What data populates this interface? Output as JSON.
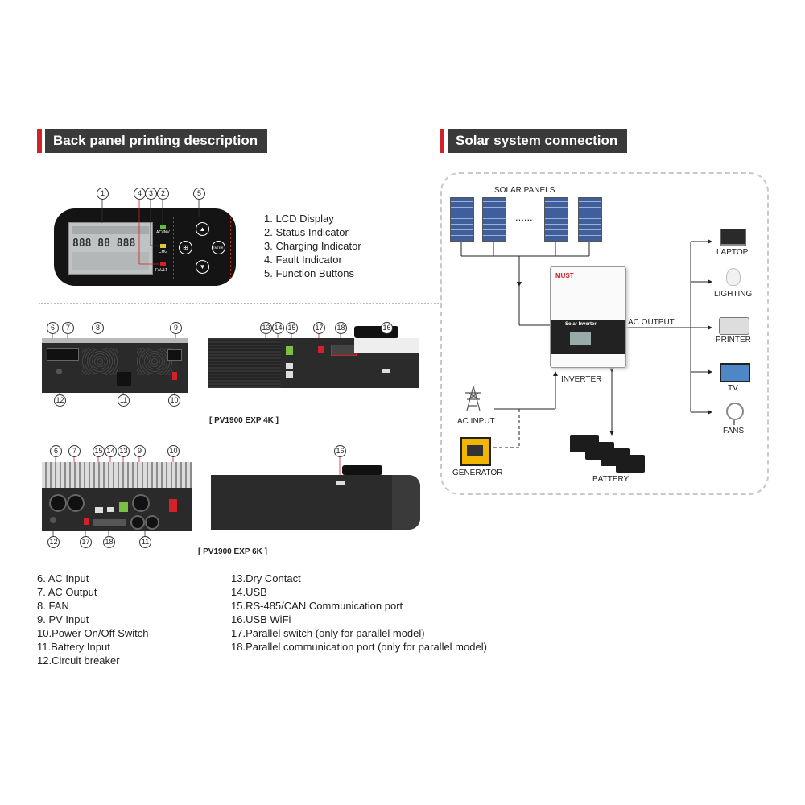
{
  "left_header": "Back panel printing description",
  "right_header": "Solar system connection",
  "lcd_panel": {
    "labels": {
      "ac_inv": "AC/INV",
      "chg": "CHG",
      "fault": "FAULT",
      "enter": "ENTER",
      "down": "DOWN"
    },
    "callouts": [
      "1",
      "4",
      "3",
      "2",
      "5"
    ]
  },
  "lcd_legend": [
    "1.  LCD Display",
    "2.  Status Indicator",
    "3.  Charging Indicator",
    "4.  Fault Indicator",
    "5.  Function Buttons"
  ],
  "model_4k": "[ PV1900 EXP 4K ]",
  "model_6k": "[ PV1900 EXP 6K ]",
  "callouts_4k_left": [
    "6",
    "7",
    "8",
    "9",
    "12",
    "11",
    "10"
  ],
  "callouts_4k_right": [
    "13",
    "14",
    "15",
    "17",
    "18",
    "16"
  ],
  "callouts_6k_left": [
    "6",
    "7",
    "15",
    "14",
    "13",
    "9",
    "10",
    "12",
    "17",
    "18",
    "11"
  ],
  "callouts_6k_right": [
    "16"
  ],
  "list_left": [
    "6.  AC Input",
    "7.  AC Output",
    "8.  FAN",
    "9.  PV Input",
    "10.Power On/Off Switch",
    "11.Battery Input",
    "12.Circuit breaker"
  ],
  "list_right": [
    "13.Dry Contact",
    "14.USB",
    "15.RS-485/CAN Communication port",
    "16.USB WiFi",
    "17.Parallel switch (only for parallel model)",
    "18.Parallel communication port (only for parallel model)"
  ],
  "solar": {
    "solar_panels": "SOLAR PANELS",
    "dots": "......",
    "inverter": "INVERTER",
    "inverter_brand": "MUST",
    "inverter_model": "Solar Inverter",
    "ac_output": "AC OUTPUT",
    "ac_input": "AC INPUT",
    "generator": "GENERATOR",
    "battery": "BATTERY",
    "loads": [
      "LAPTOP",
      "LIGHTING",
      "PRINTER",
      "TV",
      "FANS"
    ]
  },
  "colors": {
    "accent_red": "#d42028",
    "header_bg": "#3a3a3a",
    "lcd_green": "#5fbf3a"
  }
}
